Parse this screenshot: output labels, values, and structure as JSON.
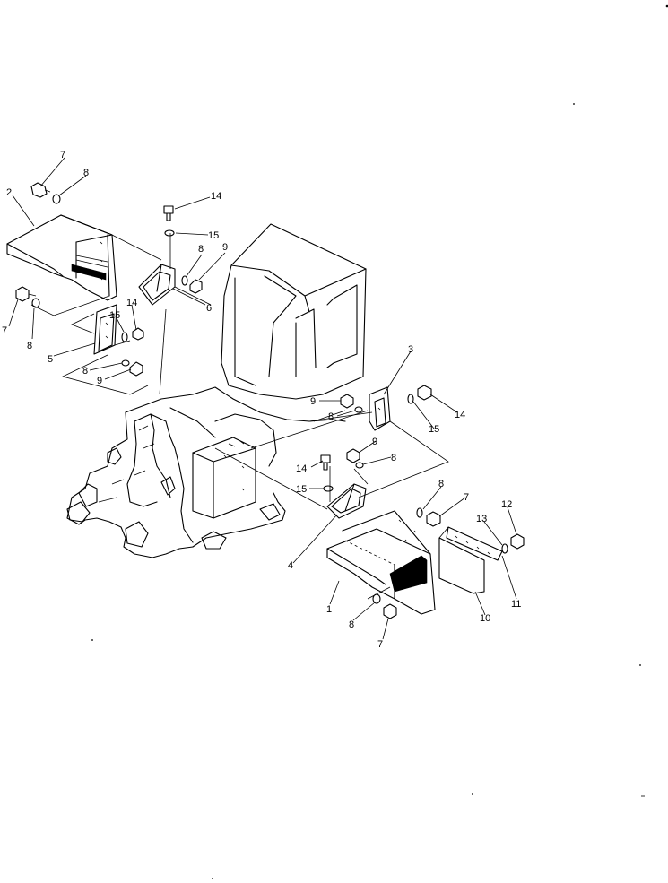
{
  "callouts": [
    {
      "id": "c7a",
      "text": "7"
    },
    {
      "id": "c8a",
      "text": "8"
    },
    {
      "id": "c2",
      "text": "2"
    },
    {
      "id": "c14a",
      "text": "14"
    },
    {
      "id": "c15a",
      "text": "15"
    },
    {
      "id": "c8b",
      "text": "8"
    },
    {
      "id": "c9a",
      "text": "9"
    },
    {
      "id": "c6",
      "text": "6"
    },
    {
      "id": "c7b",
      "text": "7"
    },
    {
      "id": "c8c",
      "text": "8"
    },
    {
      "id": "c14b",
      "text": "14"
    },
    {
      "id": "c15b",
      "text": "15"
    },
    {
      "id": "c5",
      "text": "5"
    },
    {
      "id": "c8d",
      "text": "8"
    },
    {
      "id": "c9b",
      "text": "9"
    },
    {
      "id": "c3",
      "text": "3"
    },
    {
      "id": "c9c",
      "text": "9"
    },
    {
      "id": "c8e",
      "text": "8"
    },
    {
      "id": "c14c",
      "text": "14"
    },
    {
      "id": "c15c",
      "text": "15"
    },
    {
      "id": "c9d",
      "text": "9"
    },
    {
      "id": "c8f",
      "text": "8"
    },
    {
      "id": "c14d",
      "text": "14"
    },
    {
      "id": "c15d",
      "text": "15"
    },
    {
      "id": "c4",
      "text": "4"
    },
    {
      "id": "c8g",
      "text": "8"
    },
    {
      "id": "c7c",
      "text": "7"
    },
    {
      "id": "c12",
      "text": "12"
    },
    {
      "id": "c13",
      "text": "13"
    },
    {
      "id": "c11",
      "text": "11"
    },
    {
      "id": "c10",
      "text": "10"
    },
    {
      "id": "c1",
      "text": "1"
    },
    {
      "id": "c8h",
      "text": "8"
    },
    {
      "id": "c7d",
      "text": "7"
    }
  ]
}
